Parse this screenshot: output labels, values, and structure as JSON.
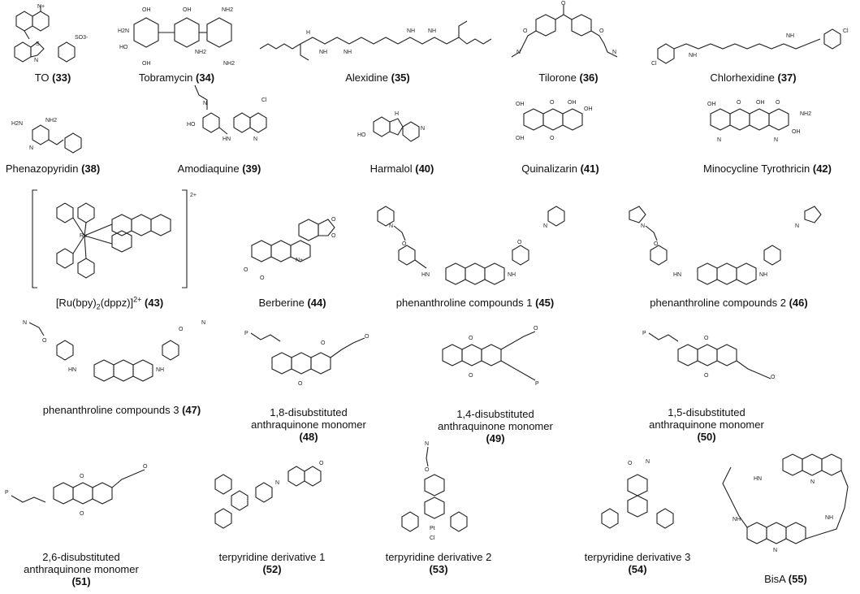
{
  "compounds": [
    {
      "name": "TO",
      "id": "(33)"
    },
    {
      "name": "Tobramycin",
      "id": "(34)"
    },
    {
      "name": "Alexidine",
      "id": "(35)"
    },
    {
      "name": "Tilorone",
      "id": "(36)"
    },
    {
      "name": "Chlorhexidine",
      "id": "(37)"
    },
    {
      "name": "Phenazopyridin",
      "id": "(38)"
    },
    {
      "name": "Amodiaquine",
      "id": "(39)"
    },
    {
      "name": "Harmalol",
      "id": "(40)"
    },
    {
      "name": "Quinalizarin",
      "id": "(41)"
    },
    {
      "name": "Minocycline Tyrothricin",
      "id": "(42)"
    },
    {
      "name_a": "[Ru(bpy)",
      "name_sub1": "2",
      "name_b": "(dppz)]",
      "name_sup": "2+",
      "id": "(43)",
      "charge": "2+"
    },
    {
      "name": "Berberine",
      "id": "(44)"
    },
    {
      "name": "phenanthroline compounds 1",
      "id": "(45)"
    },
    {
      "name": "phenanthroline compounds 2",
      "id": "(46)"
    },
    {
      "name": "phenanthroline compounds 3",
      "id": "(47)"
    },
    {
      "name_line1": "1,8-disubstituted",
      "name_line2": "anthraquinone monomer",
      "id": "(48)"
    },
    {
      "name_line1": "1,4-disubstituted",
      "name_line2": "anthraquinone monomer",
      "id": "(49)"
    },
    {
      "name_line1": "1,5-disubstituted",
      "name_line2": "anthraquinone monomer",
      "id": "(50)"
    },
    {
      "name_line1": "2,6-disubstituted",
      "name_line2": "anthraquinone monomer",
      "id": "(51)"
    },
    {
      "name": "terpyridine derivative 1",
      "id": "(52)"
    },
    {
      "name": "terpyridine derivative 2",
      "id": "(53)"
    },
    {
      "name": "terpyridine derivative 3",
      "id": "(54)"
    },
    {
      "name": "BisA",
      "id": "(55)"
    }
  ],
  "atom_labels": {
    "n_plus": "N+",
    "so3": "SO3-",
    "n": "N",
    "s": "S",
    "oh": "OH",
    "ho": "HO",
    "nh2": "NH2",
    "h2n": "H2N",
    "nh": "NH",
    "hn": "HN",
    "cl": "Cl",
    "o": "O",
    "ru": "Ru",
    "pt": "Pt",
    "p": "P",
    "h": "H"
  }
}
